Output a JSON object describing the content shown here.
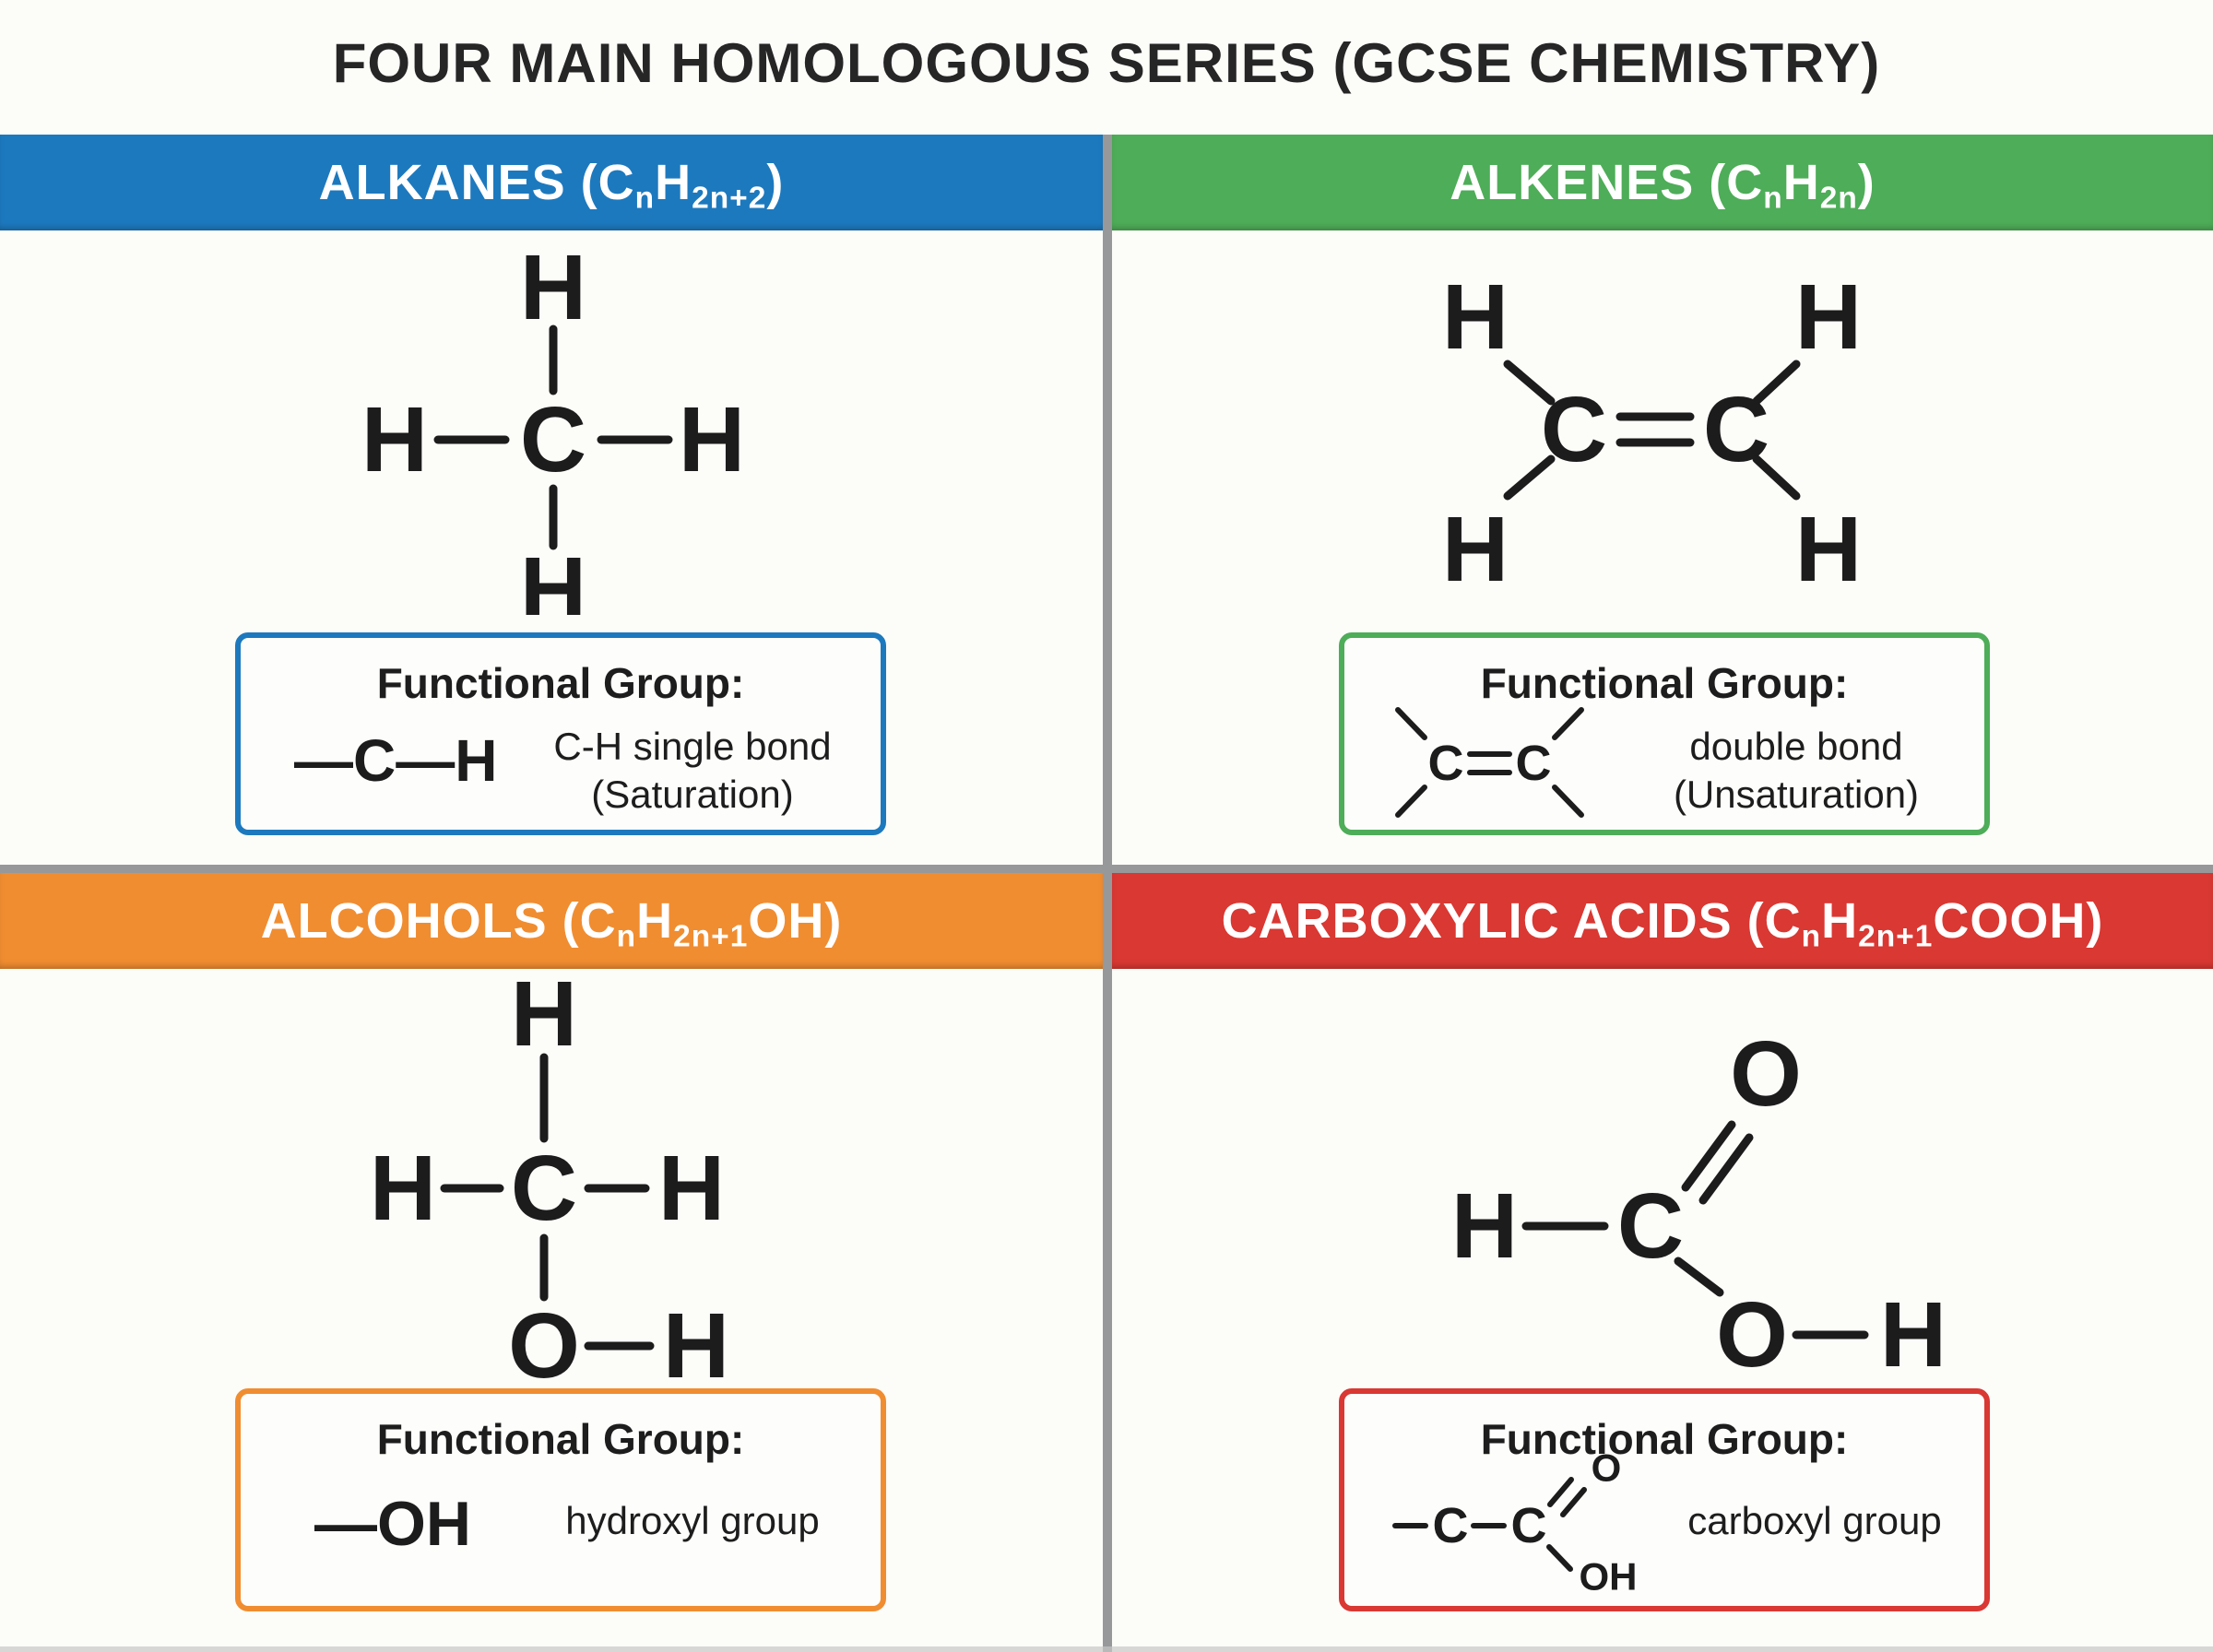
{
  "title": "FOUR MAIN HOMOLOGOUS SERIES (GCSE CHEMISTRY)",
  "colors": {
    "alkanes_blue": "#1d79be",
    "alkenes_green": "#4ead58",
    "alcohols_orange": "#f08d31",
    "carboxylic_red": "#d93833",
    "divider_gray": "#96989a",
    "ink": "#1c1c1c",
    "background": "#fcfcf9"
  },
  "atoms": {
    "c": "C",
    "h": "H",
    "o": "O",
    "oh": "OH"
  },
  "quadrants": {
    "alkanes": {
      "header": {
        "p1": "ALKANES (C",
        "s1": "n",
        "p2": "H",
        "s2": "2n+2",
        "p3": ")"
      },
      "box": {
        "title": "Functional Group:",
        "structure": "—C—H",
        "desc1": "C-H single bond",
        "desc2": "(Saturation)"
      }
    },
    "alkenes": {
      "header": {
        "p1": "ALKENES (C",
        "s1": "n",
        "p2": "H",
        "s2": "2n",
        "p3": ")"
      },
      "box": {
        "title": "Functional Group:",
        "desc1": "double bond",
        "desc2": "(Unsaturation)"
      }
    },
    "alcohols": {
      "header": {
        "p1": "ALCOHOLS (C",
        "s1": "n",
        "p2": "H",
        "s2": "2n+1",
        "p3": "OH)"
      },
      "box": {
        "title": "Functional Group:",
        "structure": "—OH",
        "desc1": "hydroxyl group"
      }
    },
    "carboxylic": {
      "header": {
        "p1": "CARBOXYLIC ACIDS (C",
        "s1": "n",
        "p2": "H",
        "s2": "2n+1",
        "p3": "COOH)"
      },
      "box": {
        "title": "Functional Group:",
        "desc1": "carboxyl group"
      }
    }
  }
}
